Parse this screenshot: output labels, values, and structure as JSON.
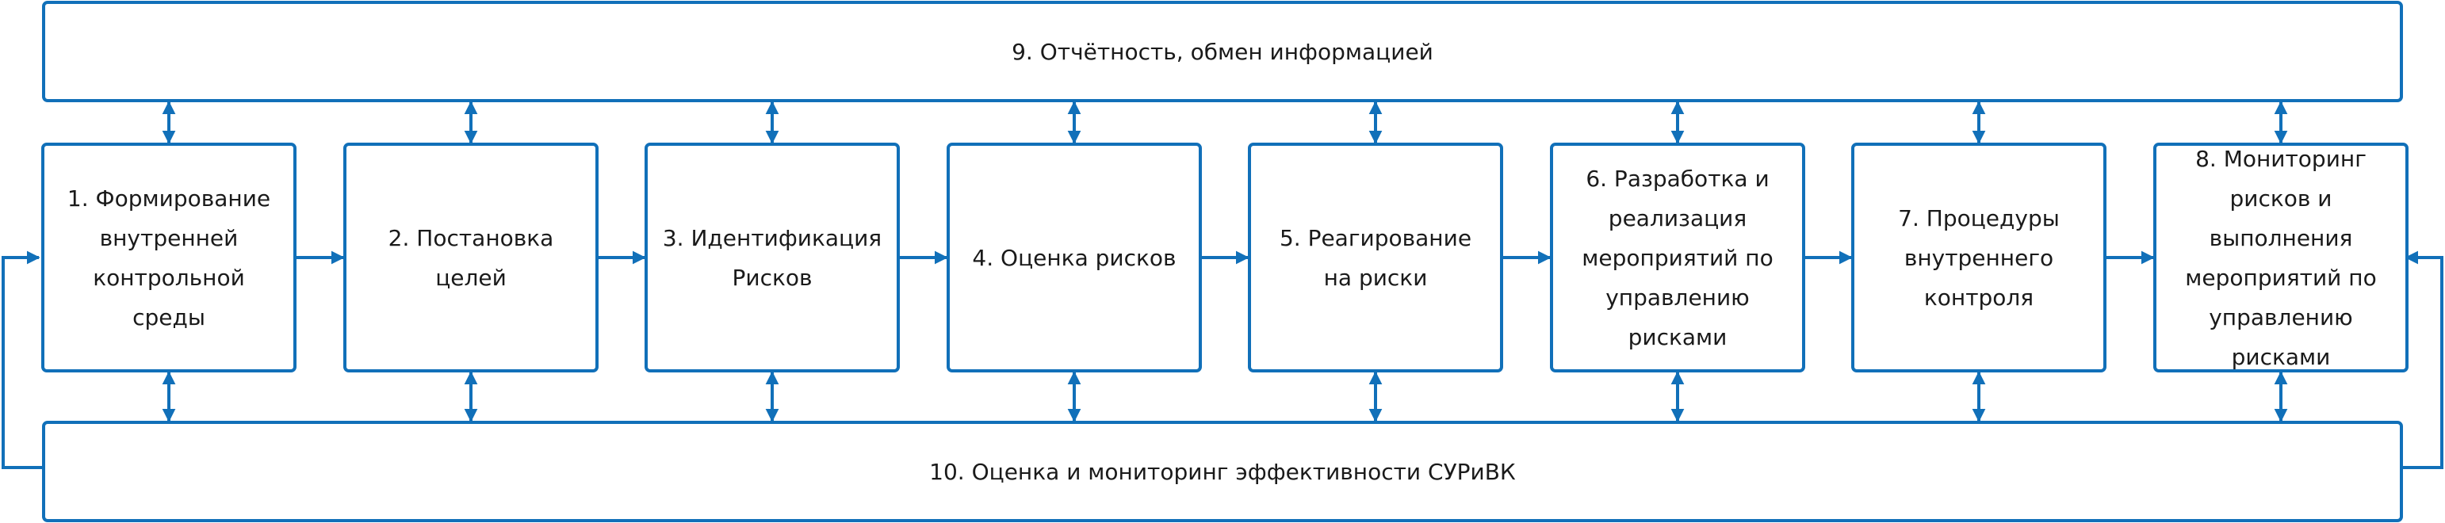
{
  "colors": {
    "stroke": "#1170b9",
    "text": "#1a1a1a",
    "background": "#ffffff"
  },
  "top_bar": {
    "label": "9.  Отчётность, обмен информацией"
  },
  "bottom_bar": {
    "label": "10.  Оценка и мониторинг  эффективности СУРиВК"
  },
  "steps": [
    {
      "lines": [
        "1.  Формирование",
        "внутренней",
        "контрольной",
        "среды"
      ]
    },
    {
      "lines": [
        "2.  Постановка",
        "целей"
      ]
    },
    {
      "lines": [
        "3.  Идентификация",
        "Рисков"
      ]
    },
    {
      "lines": [
        "4.  Оценка рисков"
      ]
    },
    {
      "lines": [
        "5.  Реагирование",
        "на риски"
      ]
    },
    {
      "lines": [
        "6.  Разработка и",
        "реализация",
        "мероприятий по",
        "управлению",
        "рисками"
      ]
    },
    {
      "lines": [
        "7.  Процедуры",
        "внутреннего",
        "контроля"
      ]
    },
    {
      "lines": [
        "8.  Мониторинг",
        "рисков и",
        "выполнения",
        "мероприятий по",
        "управлению",
        "рисками"
      ]
    }
  ]
}
